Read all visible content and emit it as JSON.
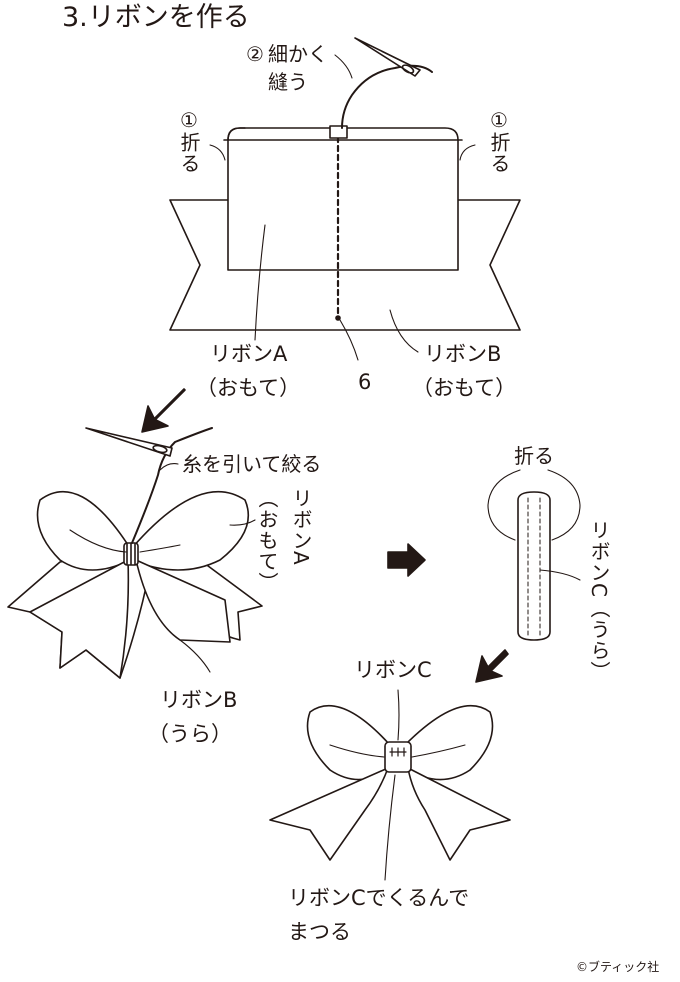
{
  "title": "3.リボンを作る",
  "step1": {
    "circle1": "①",
    "fold": "折る",
    "circle2": "②",
    "stitch_line1": "細かく",
    "stitch_line2": "縫う",
    "ribbon_a": "リボンA",
    "ribbon_a_side": "（おもて）",
    "ribbon_b": "リボンB",
    "ribbon_b_side": "（おもて）",
    "measure": "6"
  },
  "step2": {
    "pull": "糸を引いて絞る",
    "ribbon_a_vertical": "リボンA",
    "ribbon_a_side_vertical": "（おもて）",
    "ribbon_b": "リボンB",
    "ribbon_b_side": "（うら）"
  },
  "step3": {
    "fold": "折る",
    "ribbon_c_vertical": "リボンC（うら）"
  },
  "step4": {
    "ribbon_c": "リボンC",
    "note_line1": "リボンCでくるんで",
    "note_line2": "まつる"
  },
  "copyright": "©ブティック社",
  "colors": {
    "ink": "#231815",
    "paper": "#ffffff"
  }
}
